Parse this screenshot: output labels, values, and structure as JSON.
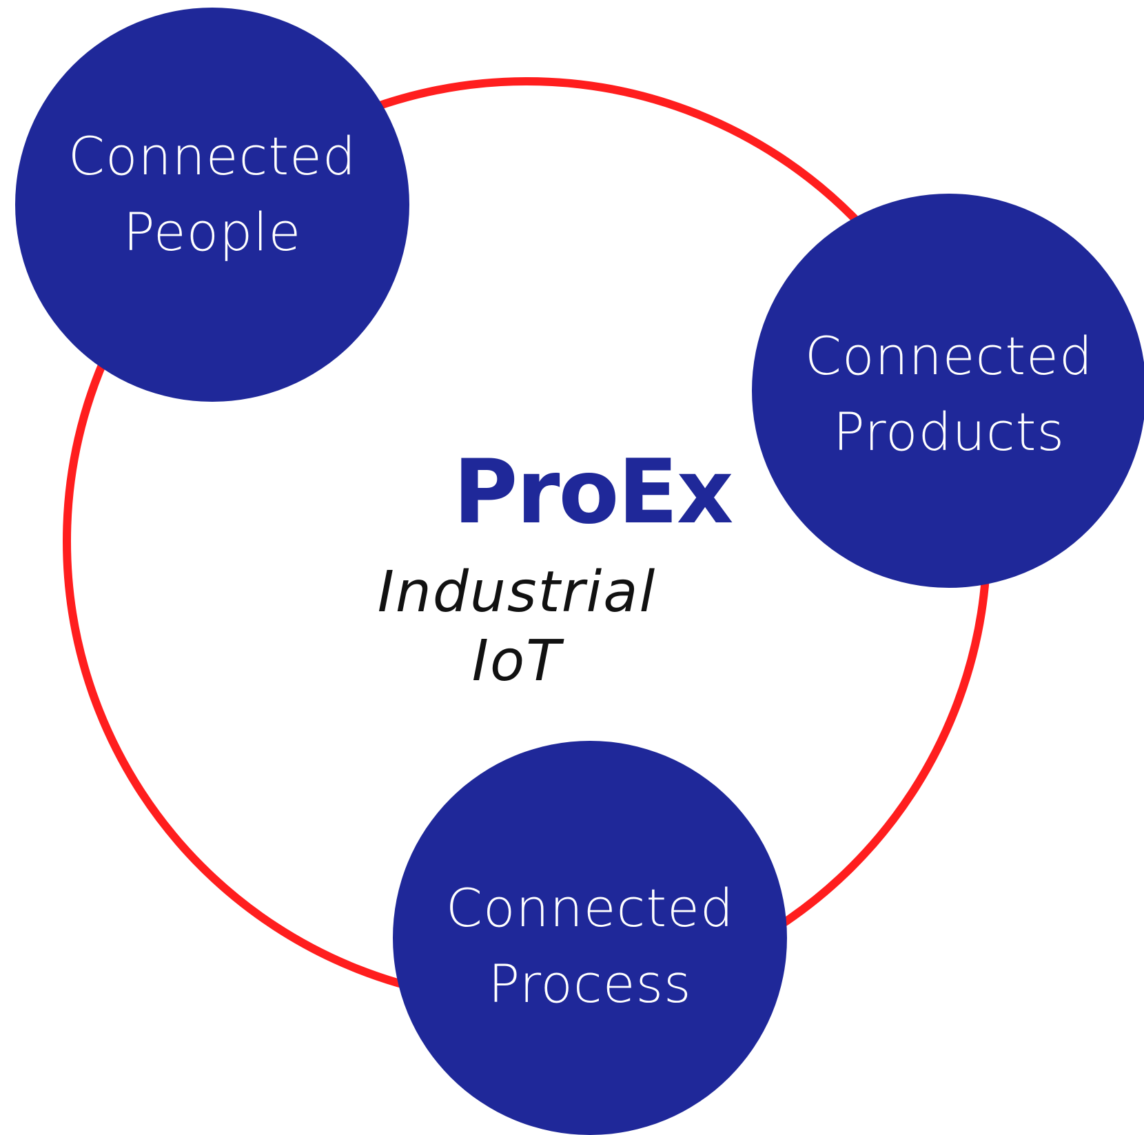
{
  "colors": {
    "ring": "#ff1e1e",
    "node_fill": "#1f2899",
    "node_text": "#ffffff",
    "logo": "#1f2899",
    "subtitle": "#111111",
    "background": "#ffffff"
  },
  "nodes": {
    "people": [
      "Connected",
      "People"
    ],
    "products": [
      "Connected",
      "Products"
    ],
    "process": [
      "Connected",
      "Process"
    ]
  },
  "center": {
    "logo": "ProEx",
    "subtitle": "Industrial  IoT"
  }
}
